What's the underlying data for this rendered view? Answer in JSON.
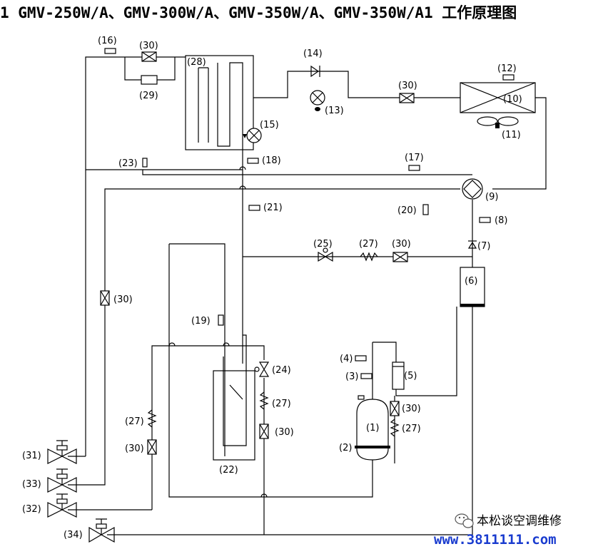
{
  "title": "1 GMV-250W/A、GMV-300W/A、GMV-350W/A、GMV-350W/A1 工作原理图",
  "labels": {
    "l1": "(1)",
    "l2": "(2)",
    "l3": "(3)",
    "l4": "(4)",
    "l5": "(5)",
    "l6": "(6)",
    "l7": "(7)",
    "l8": "(8)",
    "l9": "(9)",
    "l10": "(10)",
    "l11": "(11)",
    "l12": "(12)",
    "l13": "(13)",
    "l14": "(14)",
    "l15": "(15)",
    "l16": "(16)",
    "l17": "(17)",
    "l18": "(18)",
    "l19": "(19)",
    "l20": "(20)",
    "l21": "(21)",
    "l22": "(22)",
    "l23": "(23)",
    "l24": "(24)",
    "l25": "(25)",
    "l27": "(27)",
    "l28": "(28)",
    "l29": "(29)",
    "l30": "(30)",
    "l31": "(31)",
    "l32": "(32)",
    "l33": "(33)",
    "l34": "(34)"
  },
  "watermark": {
    "brand": "本松谈空调维修",
    "url": "www.3811111.com"
  }
}
